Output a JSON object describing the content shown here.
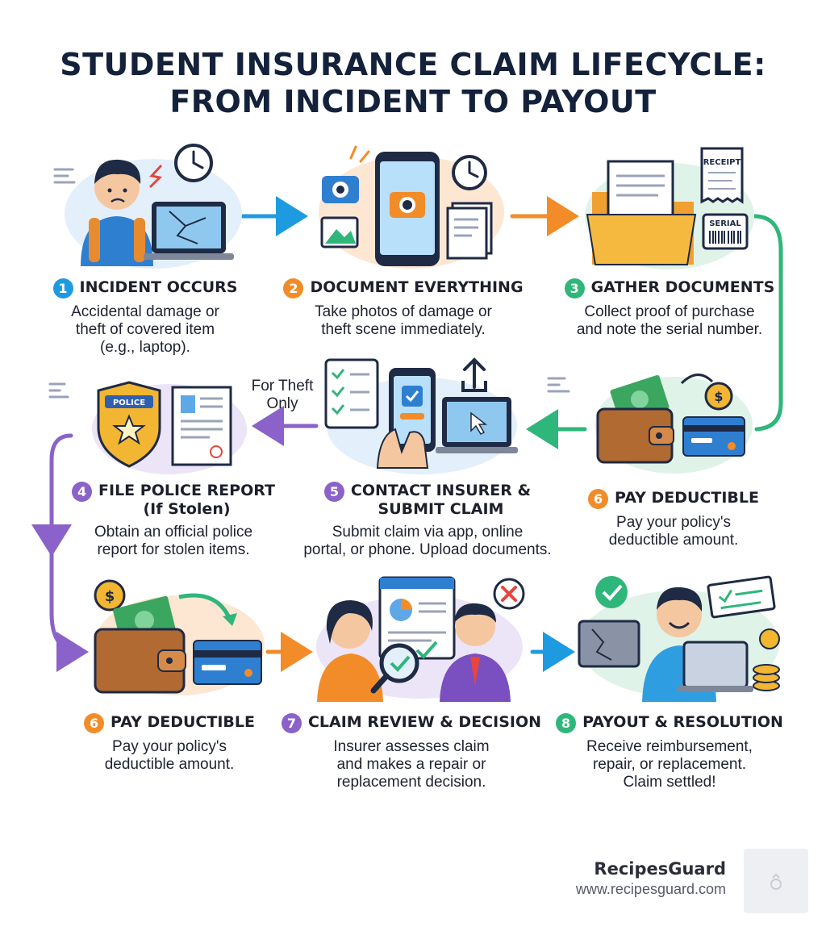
{
  "title": {
    "line1": "STUDENT INSURANCE CLAIM LIFECYCLE:",
    "line2": "FROM INCIDENT TO PAYOUT"
  },
  "colors": {
    "blue": "#1e9be0",
    "orange": "#f28c28",
    "green": "#2fb67a",
    "purple": "#8a62c9",
    "title": "#14213a"
  },
  "steps": [
    {
      "num": "1",
      "color": "#1e9be0",
      "title": "INCIDENT OCCURS",
      "lines": [
        "Accidental damage or",
        "theft of covered item",
        "(e.g., laptop)."
      ],
      "icons": [
        "stressed-student-icon",
        "broken-laptop-icon",
        "clock-icon"
      ]
    },
    {
      "num": "2",
      "color": "#f28c28",
      "title": "DOCUMENT EVERYTHING",
      "lines": [
        "Take photos of damage or",
        "theft scene immediately."
      ],
      "icons": [
        "smartphone-camera-icon",
        "camera-icon",
        "photo-icon",
        "clock-icon",
        "documents-icon"
      ]
    },
    {
      "num": "3",
      "color": "#2fb67a",
      "title": "GATHER DOCUMENTS",
      "lines": [
        "Collect proof of purchase",
        "and note the serial number."
      ],
      "icons": [
        "folder-icon",
        "receipt-icon",
        "serial-barcode-icon"
      ],
      "receipt_label": "RECEIPT",
      "serial_label": "SERIAL"
    },
    {
      "num": "4",
      "color": "#8a62c9",
      "title_lines": [
        "FILE POLICE REPORT",
        "(If Stolen)"
      ],
      "lines": [
        "Obtain an official police",
        "report for stolen items."
      ],
      "icons": [
        "police-badge-icon",
        "report-document-icon"
      ],
      "badge_label": "POLICE"
    },
    {
      "num": "5",
      "color": "#8a62c9",
      "title_lines": [
        "CONTACT INSURER &",
        "SUBMIT CLAIM"
      ],
      "lines": [
        "Submit claim via app, online",
        "portal, or phone. Upload documents."
      ],
      "icons": [
        "checklist-icon",
        "phone-in-hand-icon",
        "laptop-icon",
        "upload-icon"
      ]
    },
    {
      "num": "6",
      "color": "#f28c28",
      "title": "PAY DEDUCTIBLE",
      "lines": [
        "Pay your policy's",
        "deductible amount."
      ],
      "icons": [
        "wallet-icon",
        "cash-icon",
        "coin-icon",
        "credit-card-icon"
      ]
    },
    {
      "num": "6",
      "color": "#f28c28",
      "title": "PAY DEDUCTIBLE",
      "lines": [
        "Pay your policy's",
        "deductible amount."
      ],
      "icons": [
        "wallet-icon",
        "cash-icon",
        "coin-icon",
        "credit-card-icon"
      ]
    },
    {
      "num": "7",
      "color": "#8a62c9",
      "title": "CLAIM REVIEW & DECISION",
      "lines": [
        "Insurer assesses claim",
        "and makes a repair or",
        "replacement decision."
      ],
      "icons": [
        "reviewer-woman-icon",
        "reviewer-man-icon",
        "magnifier-check-icon",
        "report-screen-icon",
        "reject-icon"
      ]
    },
    {
      "num": "8",
      "color": "#2fb67a",
      "title": "PAYOUT & RESOLUTION",
      "lines": [
        "Receive reimbursement,",
        "repair, or replacement.",
        "Claim settled!"
      ],
      "icons": [
        "happy-student-icon",
        "new-laptop-icon",
        "cheque-icon",
        "coins-icon",
        "checkmark-icon"
      ]
    }
  ],
  "theft_note": [
    "For Theft",
    "Only"
  ],
  "brand": {
    "name": "RecipesGuard",
    "url": "www.recipesguard.com"
  }
}
